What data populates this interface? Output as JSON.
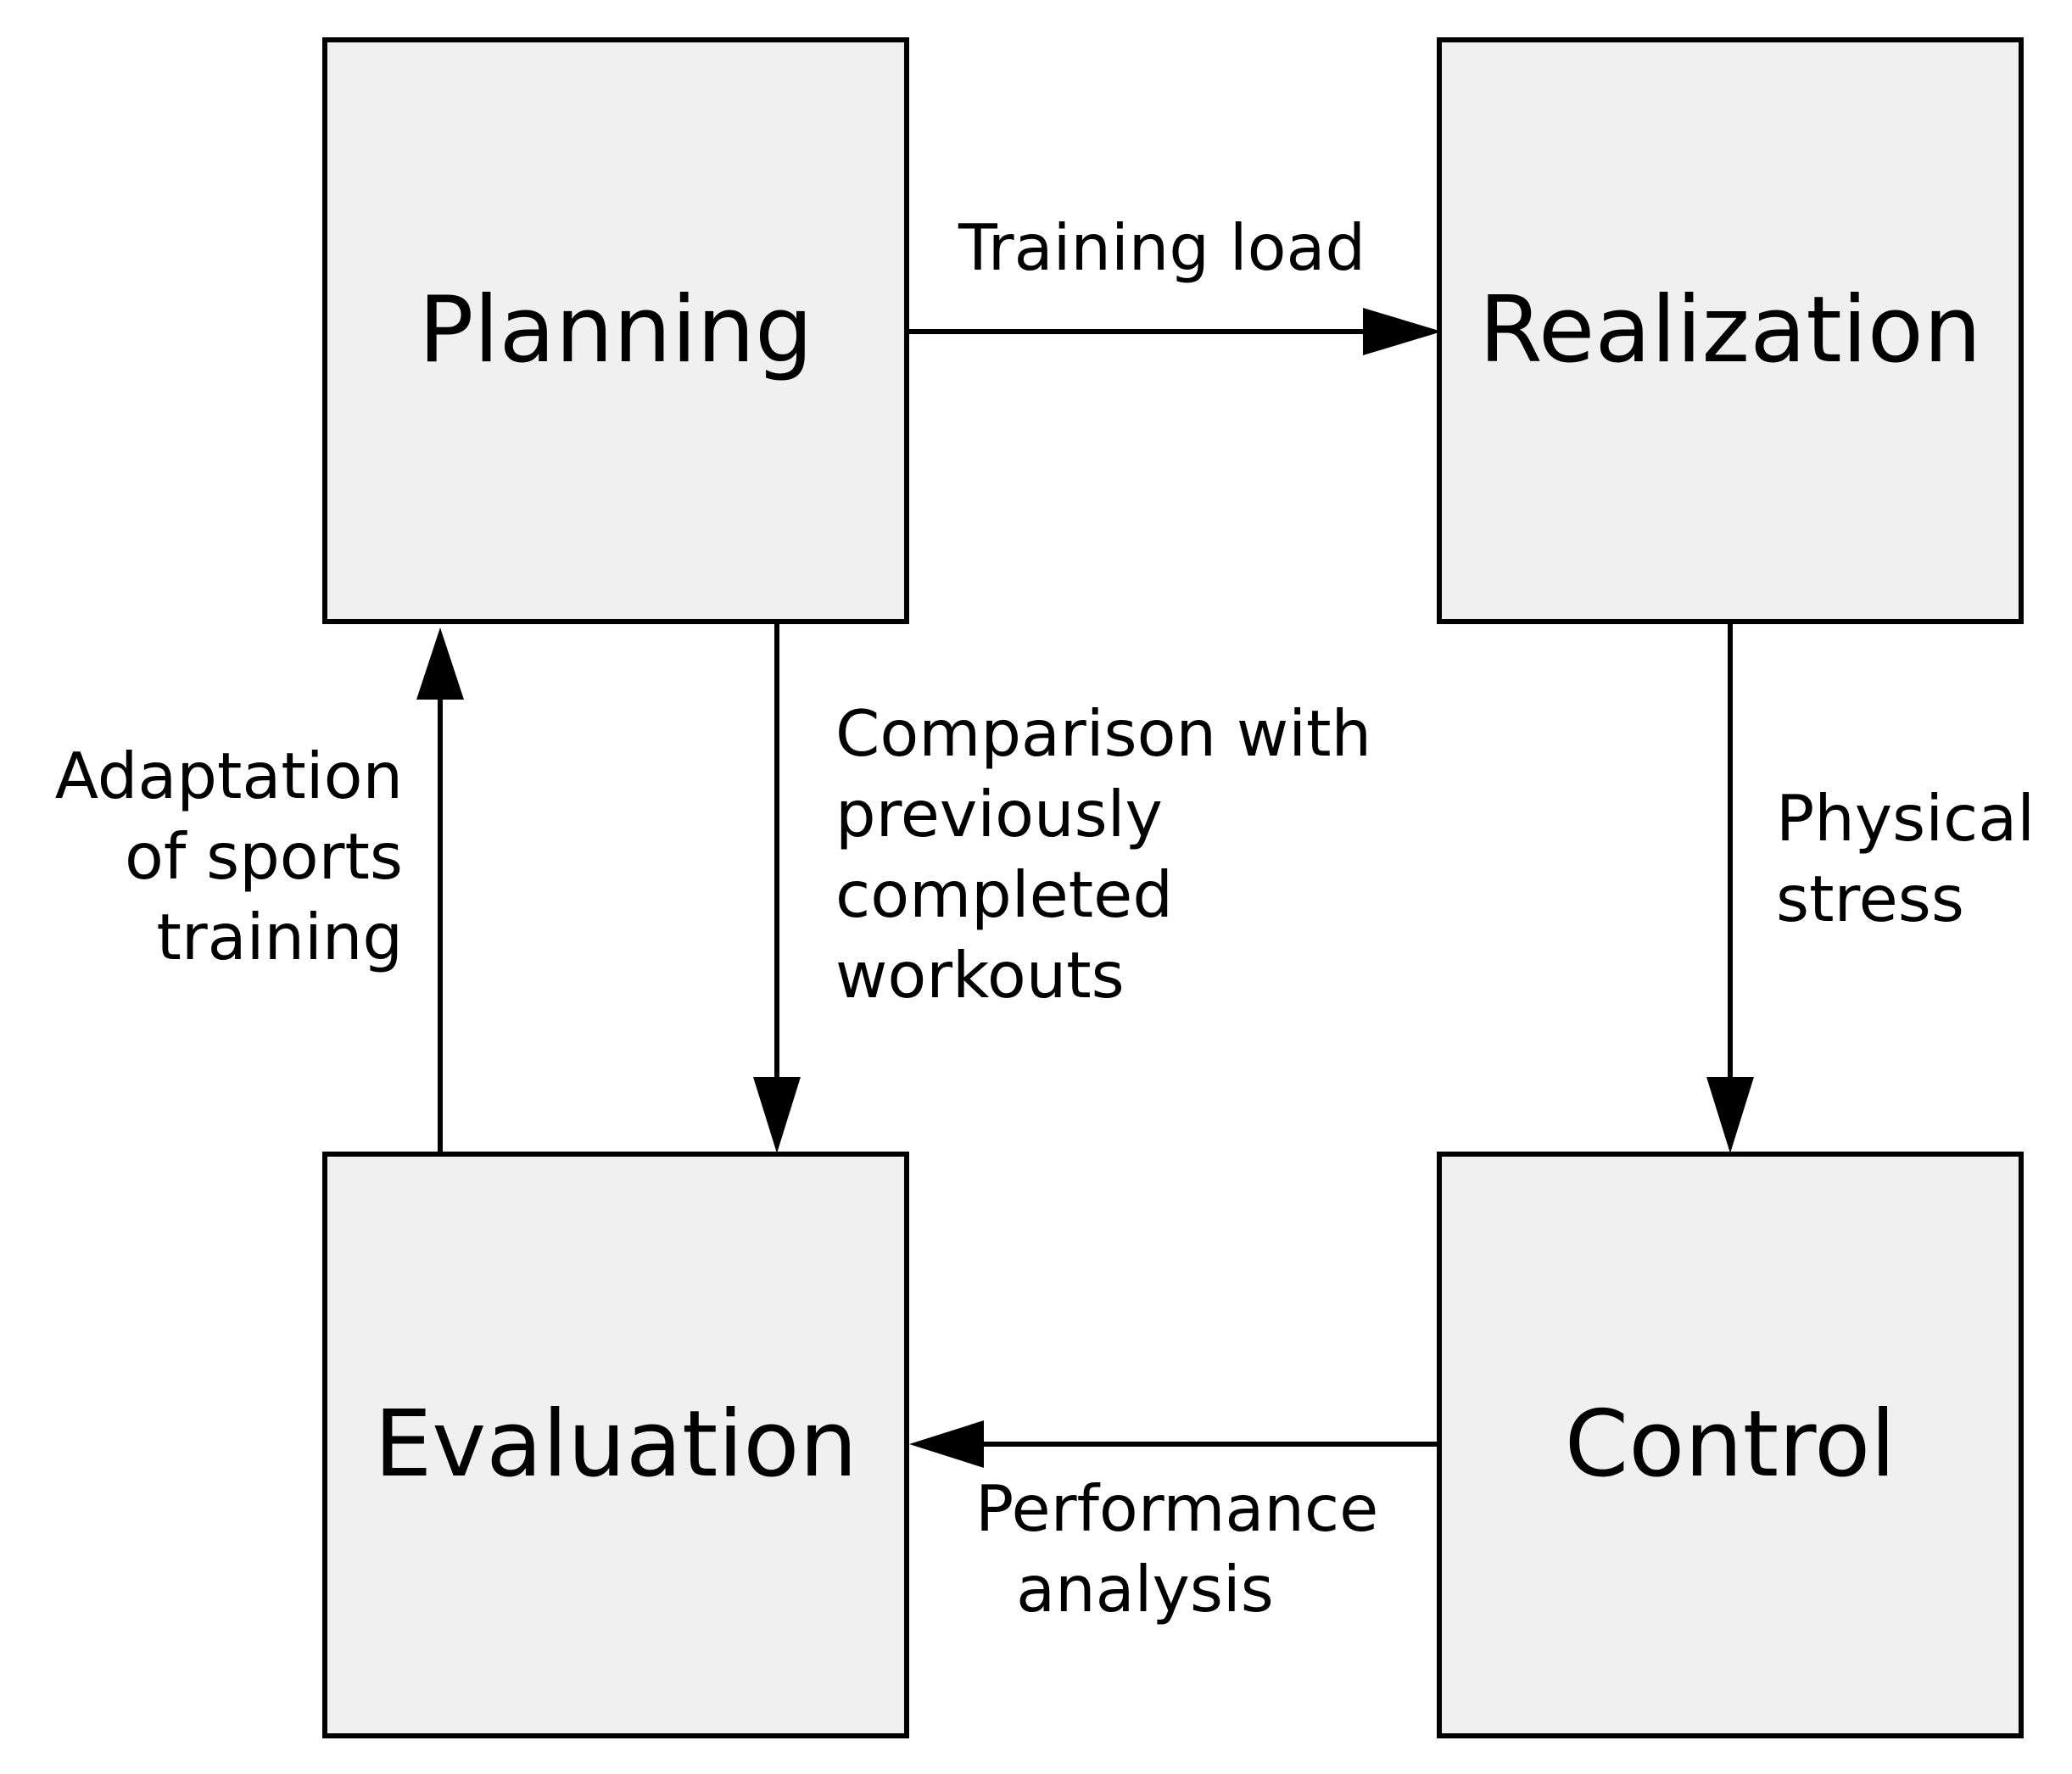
{
  "nodes": {
    "planning": {
      "label": "Planning"
    },
    "realization": {
      "label": "Realization"
    },
    "control": {
      "label": "Control"
    },
    "evaluation": {
      "label": "Evaluation"
    }
  },
  "edges": {
    "planning_to_realization": {
      "from": "Planning",
      "to": "Realization",
      "label_lines": [
        "Training load"
      ]
    },
    "realization_to_control": {
      "from": "Realization",
      "to": "Control",
      "label_lines": [
        "Physical",
        "stress"
      ]
    },
    "control_to_evaluation": {
      "from": "Control",
      "to": "Evaluation",
      "label_lines": [
        "Performance",
        "analysis"
      ]
    },
    "evaluation_to_planning": {
      "from": "Evaluation",
      "to": "Planning",
      "label_lines": [
        "Adaptation",
        "of sports",
        "training"
      ]
    },
    "planning_to_evaluation": {
      "from": "Planning",
      "to": "Evaluation",
      "label_lines": [
        "Comparison with",
        "previously",
        "completed",
        "workouts"
      ]
    }
  },
  "colors": {
    "box_fill": "#f0f0f0",
    "stroke": "#000000",
    "background": "#ffffff"
  }
}
